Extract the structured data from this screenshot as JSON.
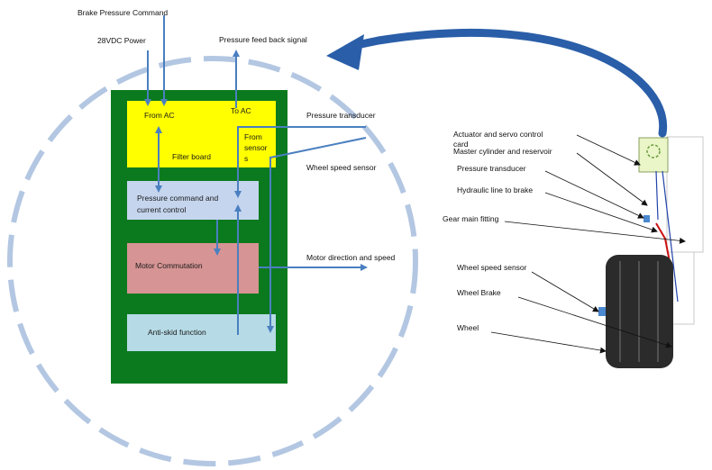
{
  "inputs": {
    "brake_cmd": "Brake Pressure Command",
    "power": "28VDC Power",
    "feedback": "Pressure feed back signal"
  },
  "controller": {
    "filter": {
      "from_ac": "From AC",
      "to_ac": "To AC",
      "from_sensors_1": "From",
      "from_sensors_2": "sensor",
      "from_sensors_3": "s",
      "title": "Filter board"
    },
    "pressure_cmd_1": "Pressure command and",
    "pressure_cmd_2": "current control",
    "motor": "Motor Commutation",
    "antiskid": "Anti-skid function"
  },
  "signals": {
    "transducer": "Pressure transducer",
    "wheel_speed": "Wheel speed sensor",
    "motor_dir": "Motor direction and speed"
  },
  "gear_labels": {
    "actuator_1": "Actuator and servo control",
    "actuator_2": "card",
    "master_cyl": "Master cylinder and reservoir",
    "transducer": "Pressure transducer",
    "hyd_line": "Hydraulic line to brake",
    "gear_fitting": "Gear main fitting",
    "wheel_speed": "Wheel speed sensor",
    "wheel_brake": "Wheel Brake",
    "wheel": "Wheel"
  },
  "colors": {
    "board": "#0b7a1e",
    "filter": "#ffff00",
    "pressure_block": "#c5d5ee",
    "motor_block": "#d69494",
    "antiskid_block": "#b6dbe6",
    "arrow": "#4a7fc0",
    "circle": "#b3c7e2",
    "big_arrow": "#2a5ea8",
    "tire": "#2b2b2b",
    "red_line": "#cc1111"
  }
}
